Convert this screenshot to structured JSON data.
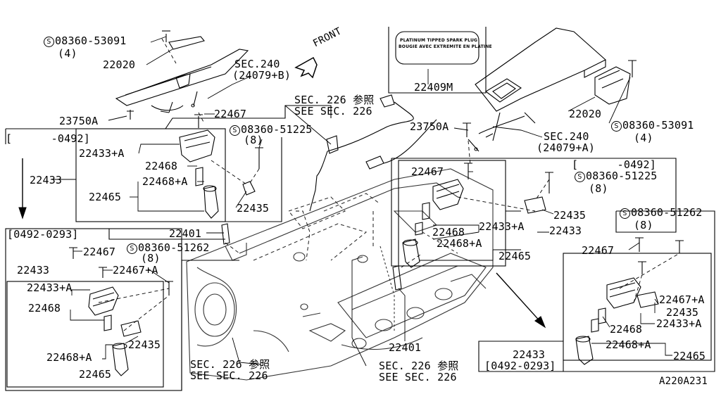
{
  "labels": {
    "bolt_top_left": "08360-53091",
    "bolt_top_left_qty": "(4)",
    "plate_top_left": "22020",
    "sec240_left": "SEC.240",
    "sec240_left_ref": "(24079+B)",
    "front": "FRONT",
    "sec226_top_1": "SEC. 226 参照",
    "sec226_top_2": "SEE SEC. 226",
    "label_22409m": "22409M",
    "spark_plug_label_1": "PLATINUM TIPPED SPARK PLUG",
    "spark_plug_label_2": "BOUGIE AVEC EXTREMITE EN PLATINE",
    "ground_left": "23750A",
    "coil_bolt_top": "22467",
    "bolt_mid": "08360-51225",
    "bolt_mid_qty": "(8)",
    "range_top_left": "[      -0492]",
    "coil_assy_top": "22433+A",
    "boot_top": "22468",
    "coil_main_left": "22433",
    "boot_ext_top": "22468+A",
    "coil_left": "22465",
    "bracket_top": "22435",
    "ground_right": "23750A",
    "plate_right": "22020",
    "bolt_right": "08360-53091",
    "bolt_right_qty": "(4)",
    "sec240_right": "SEC.240",
    "sec240_right_ref": "(24079+A)",
    "range_right": "[      -0492]",
    "bolt_right_mid": "08360-51225",
    "bolt_right_mid_qty": "(8)",
    "coil_bolt_right": "22467",
    "bracket_right": "22435",
    "boot_right": "22468",
    "coil_assy_right": "22433+A",
    "coil_main_right": "22433",
    "boot_ext_right": "22468+A",
    "coil_right": "22465",
    "range_bottom_left": "[0492-0293]",
    "plug_left": "22401",
    "bolt_bl_1": "22467",
    "bolt_bl_lower": "08360-51262",
    "bolt_bl_lower_qty": "(8)",
    "coil_main_bl": "22433",
    "bolt_bl_2": "22467+A",
    "coil_assy_bl": "22433+A",
    "boot_bl": "22468",
    "bracket_bl": "22435",
    "boot_ext_bl": "22468+A",
    "coil_bl": "22465",
    "bolt_br": "08360-51262",
    "bolt_br_qty": "(8)",
    "bolt_br_1": "22467",
    "bolt_br_2": "22467+A",
    "bracket_br": "22435",
    "boot_br": "22468",
    "coil_assy_br": "22433+A",
    "boot_ext_br": "22468+A",
    "coil_br": "22465",
    "coil_main_br": "22433",
    "range_br": "[0492-0293]",
    "plug_bottom": "22401",
    "sec226_bl_1": "SEC. 226 参照",
    "sec226_bl_2": "SEE SEC. 226",
    "sec226_bc_1": "SEC. 226 参照",
    "sec226_bc_2": "SEE SEC. 226",
    "diagram_code": "A220A231"
  }
}
